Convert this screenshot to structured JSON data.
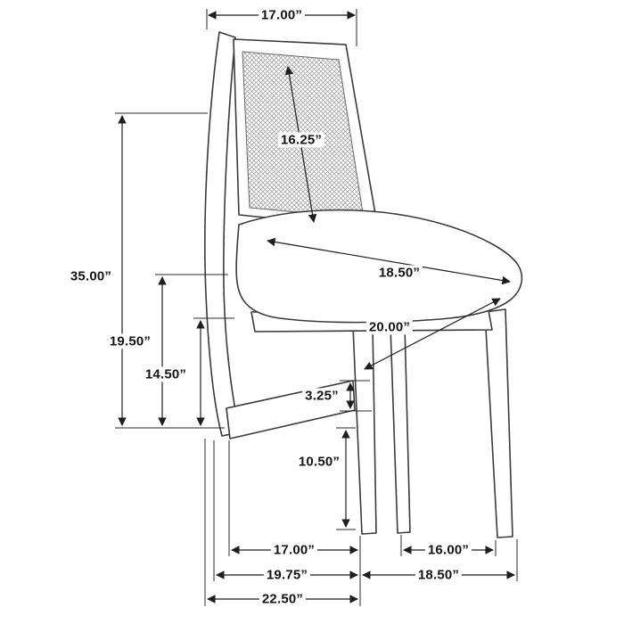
{
  "diagram": {
    "kind": "product-dimension-diagram",
    "subject": "dining side chair with cane mesh back",
    "unit": "inches",
    "line_color": "#3a3a3a",
    "background_color": "#ffffff",
    "dims": {
      "back_width": "17.00”",
      "back_panel_height": "16.25”",
      "overall_height": "35.00”",
      "seat_back_height": "19.50”",
      "seat_height": "14.50”",
      "seat_depth": "18.50”",
      "seat_width": "20.00”",
      "apron_thickness": "3.25”",
      "leg_height": "10.50”",
      "leg_span_side": "17.00”",
      "leg_span_front": "16.00”",
      "base_depth": "19.75”",
      "base_width": "18.50”",
      "overall_depth": "22.50”"
    }
  }
}
